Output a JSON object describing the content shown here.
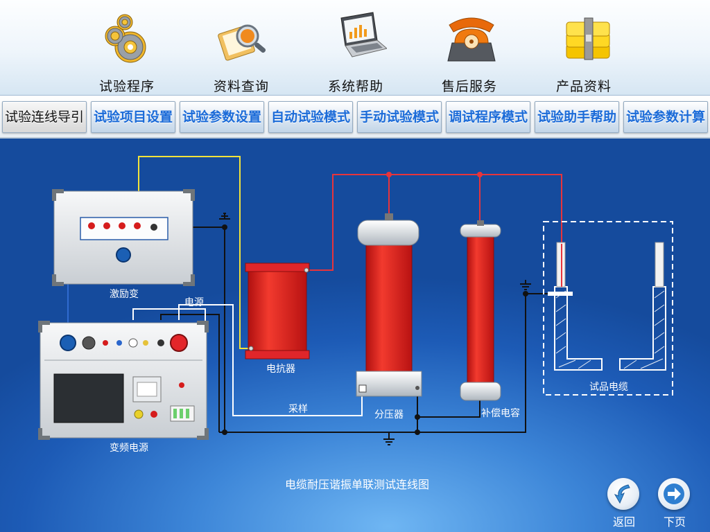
{
  "top_menu": [
    {
      "label": "试验程序",
      "icon": "gears-icon"
    },
    {
      "label": "资料查询",
      "icon": "magnifier-clipboard-icon"
    },
    {
      "label": "系统帮助",
      "icon": "laptop-icon"
    },
    {
      "label": "售后服务",
      "icon": "telephone-icon"
    },
    {
      "label": "产品资料",
      "icon": "folder-stack-icon"
    }
  ],
  "tabs": [
    {
      "label": "试验连线导引",
      "active": true
    },
    {
      "label": "试验项目设置",
      "active": false
    },
    {
      "label": "试验参数设置",
      "active": false
    },
    {
      "label": "自动试验模式",
      "active": false
    },
    {
      "label": "手动试验模式",
      "active": false
    },
    {
      "label": "调试程序模式",
      "active": false
    },
    {
      "label": "试验助手帮助",
      "active": false
    },
    {
      "label": "试验参数计算",
      "active": false
    }
  ],
  "diagram": {
    "exciter": "激励变",
    "power_source_wire": "电源",
    "reactor": "电抗器",
    "divider": "分压器",
    "compensation_cap": "补偿电容",
    "test_cable": "试品电缆",
    "sampling_wire": "采样",
    "vf_power": "变频电源",
    "caption": "电缆耐压谐振单联测试连线图"
  },
  "nav": {
    "back": "返回",
    "next": "下页"
  },
  "colors": {
    "hv_wire": "#e8343b",
    "yellow_wire": "#f2e33a",
    "ground_wire": "#111111",
    "signal_wire": "#ffffff",
    "tab_text": "#1b6bd8",
    "component_red": "#e02222"
  }
}
